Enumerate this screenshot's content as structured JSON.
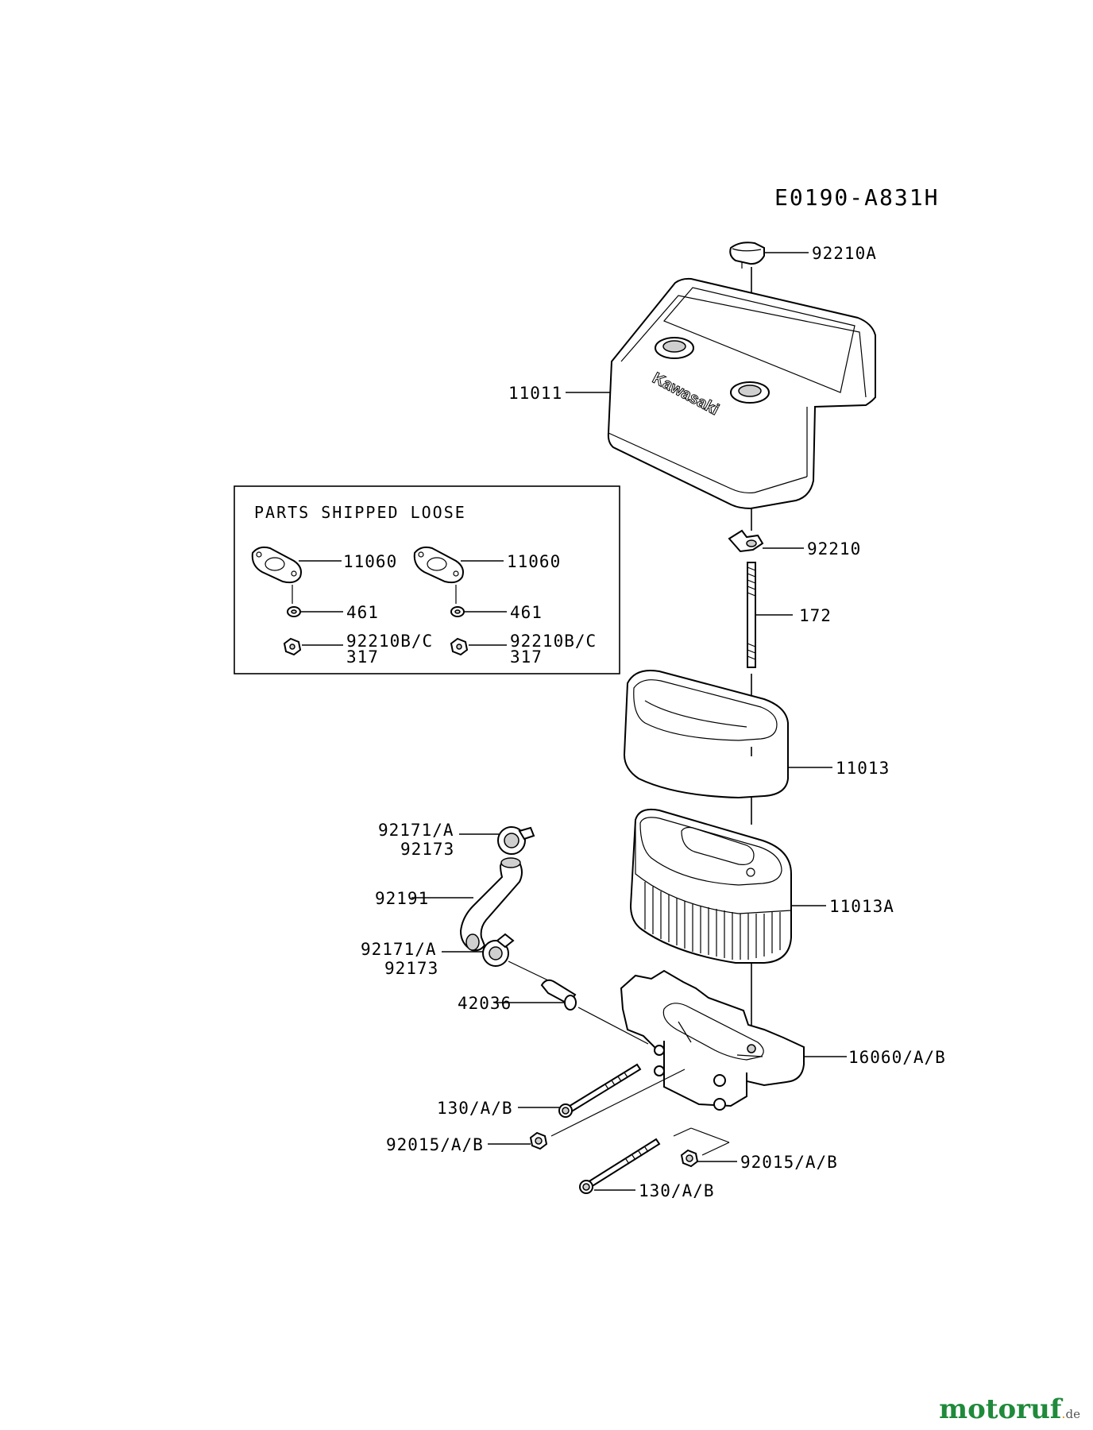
{
  "diagram_code": "E0190-A831H",
  "loose_box": {
    "title": "PARTS SHIPPED LOOSE",
    "left": {
      "gasket": "11060",
      "washer": "461",
      "nut_1": "92210B/C",
      "nut_2": "317"
    },
    "right": {
      "gasket": "11060",
      "washer": "461",
      "nut_1": "92210B/C",
      "nut_2": "317"
    }
  },
  "labels": {
    "knob": "92210A",
    "cover": "11011",
    "wing_nut": "92210",
    "stud": "172",
    "precleaner": "11013",
    "filter": "11013A",
    "clamp_top_1": "92171/A",
    "clamp_top_2": "92173",
    "hose": "92191",
    "clamp_bot_1": "92171/A",
    "clamp_bot_2": "92173",
    "fitting": "42036",
    "base": "16060/A/B",
    "bolt_1": "130/A/B",
    "nut_left": "92015/A/B",
    "nut_right": "92015/A/B",
    "bolt_2": "130/A/B"
  },
  "cover_brand": "Kawasaki",
  "watermark": {
    "brand": "motoruf",
    "tld": "de"
  }
}
